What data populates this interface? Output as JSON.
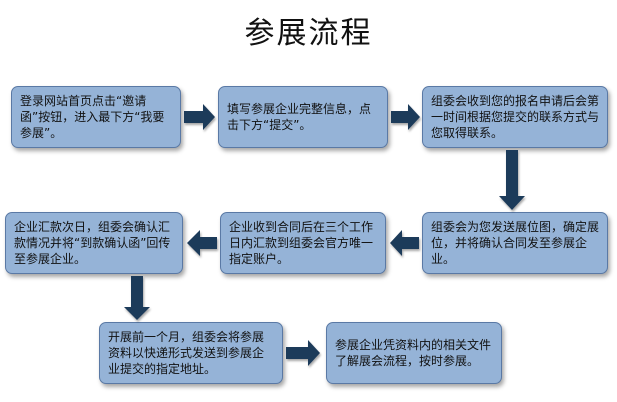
{
  "title": "参展流程",
  "steps": [
    "登录网站首页点击“邀请函”按钮，进入最下方“我要参展”。",
    "填写参展企业完整信息，点击下方“提交”。",
    "组委会收到您的报名申请后会第一时间根据您提交的联系方式与您取得联系。",
    "组委会为您发送展位图，确定展位，并将确认合同发至参展企业。",
    "企业收到合同后在三个工作日内汇款到组委会官方唯一指定账户。",
    "企业汇款次日，组委会确认汇款情况并将“到款确认函”回传至参展企业。",
    "开展前一个月，组委会将参展资料以快递形式发送到参展企业提交的指定地址。",
    "参展企业凭资料内的相关文件了解展会流程，按时参展。"
  ],
  "colors": {
    "box_fill": "#95b3d7",
    "box_border": "#5a79a5",
    "arrow": "#1f3b5a"
  }
}
